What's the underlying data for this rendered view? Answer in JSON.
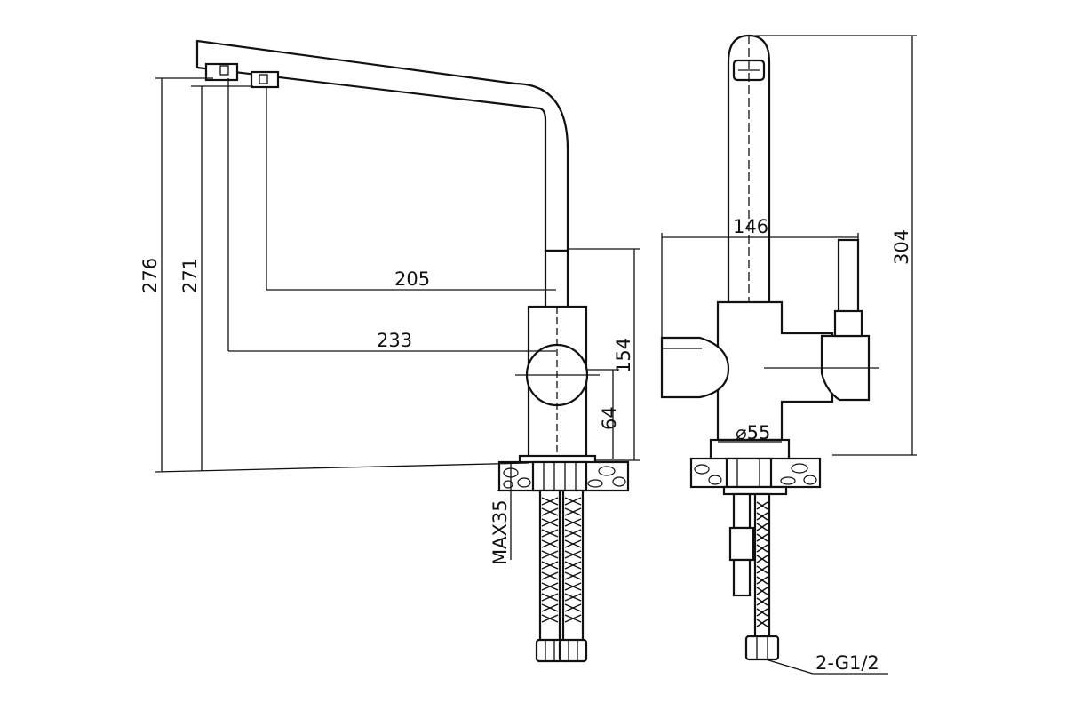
{
  "dimensions": {
    "total_height_left": "276",
    "spout_height": "271",
    "spout_reach_inner": "205",
    "spout_reach_outer": "233",
    "body_height": "154",
    "handle_height": "64",
    "max_thickness": "MAX35",
    "total_height_right": "304",
    "width": "146",
    "base_diameter": "⌀55",
    "connection": "2-G1/2"
  }
}
